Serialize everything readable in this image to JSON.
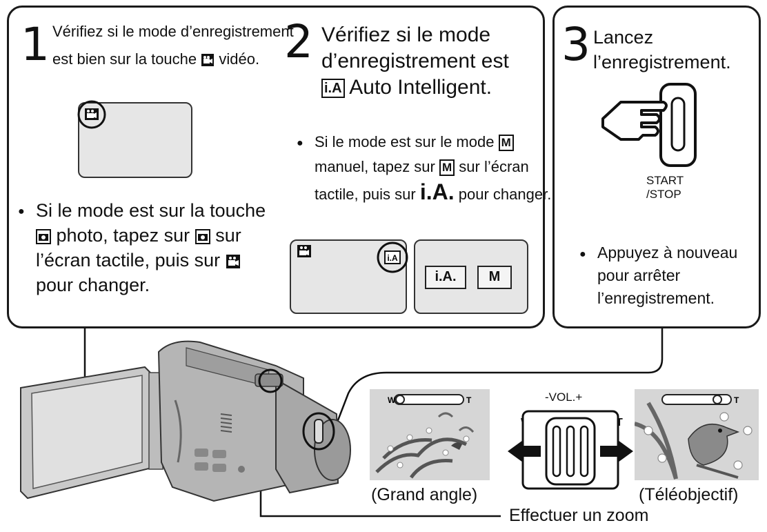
{
  "step1": {
    "number": "1",
    "line1": "Vérifiez si le mode d’enregistrement",
    "line2_a": "est bien sur la touche",
    "line2_b": "vidéo.",
    "bullet_l1": "Si le mode est sur la touche",
    "bullet_l2": "photo, tapez sur",
    "bullet_l2b": "sur",
    "bullet_l3": "l’écran tactile, puis sur",
    "bullet_l4": "pour changer."
  },
  "step2": {
    "number": "2",
    "line1": "Vérifiez si le mode",
    "line2": "d’enregistrement est",
    "line3": "Auto Intelligent.",
    "ia_label": "i.A",
    "bullet_l1": "Si le mode est sur le mode",
    "bullet_l2_a": "manuel, tapez sur",
    "bullet_l2_b": "sur l’écran",
    "bullet_l3_a": "tactile, puis sur",
    "bullet_l3_ia": "i.A.",
    "bullet_l3_b": "pour changer.",
    "m_label": "M",
    "key_ia": "i.A.",
    "key_m": "M"
  },
  "step3": {
    "number": "3",
    "line1": "Lancez",
    "line2": "l’enregistrement.",
    "start": "START",
    "stop": "/STOP",
    "bullet_l1": "Appuyez à nouveau",
    "bullet_l2": "pour arrêter",
    "bullet_l3": "l’enregistrement."
  },
  "zoom": {
    "vol": "-VOL.+",
    "w": "W",
    "t": "T",
    "grand_angle": "(Grand angle)",
    "teleobjectif": "(Téléobjectif)",
    "effectuer": "Effectuer un zoom"
  }
}
